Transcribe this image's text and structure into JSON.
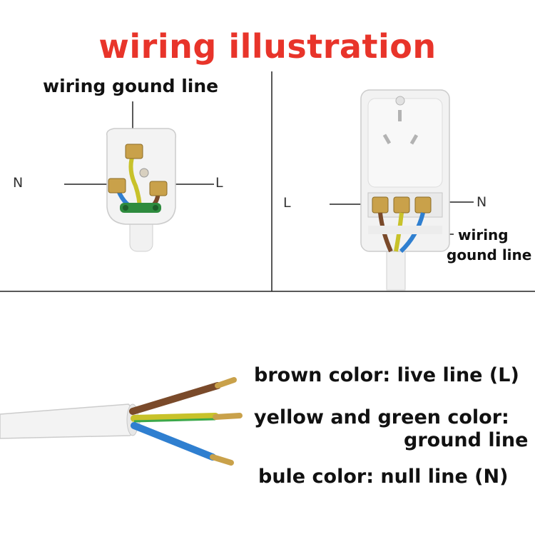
{
  "title": "wiring illustration",
  "plug": {
    "ground_label": "wiring gound line",
    "n_label": "N",
    "l_label": "L"
  },
  "socket": {
    "l_label": "L",
    "n_label": "N",
    "ground_label_line1": "wiring",
    "ground_label_line2": "gound line"
  },
  "legend": {
    "brown": "brown color: live line (L)",
    "yg_line1": "yellow and green color:",
    "yg_line2": "ground line",
    "blue": "bule color: null line (N)"
  },
  "colors": {
    "title": "#e8342a",
    "brown_wire": "#7a4a2a",
    "yellow_green_wire": "#c8c22a",
    "blue_wire": "#2f7fd0",
    "green_clip": "#2e8b3e",
    "copper": "#c9a14a"
  }
}
